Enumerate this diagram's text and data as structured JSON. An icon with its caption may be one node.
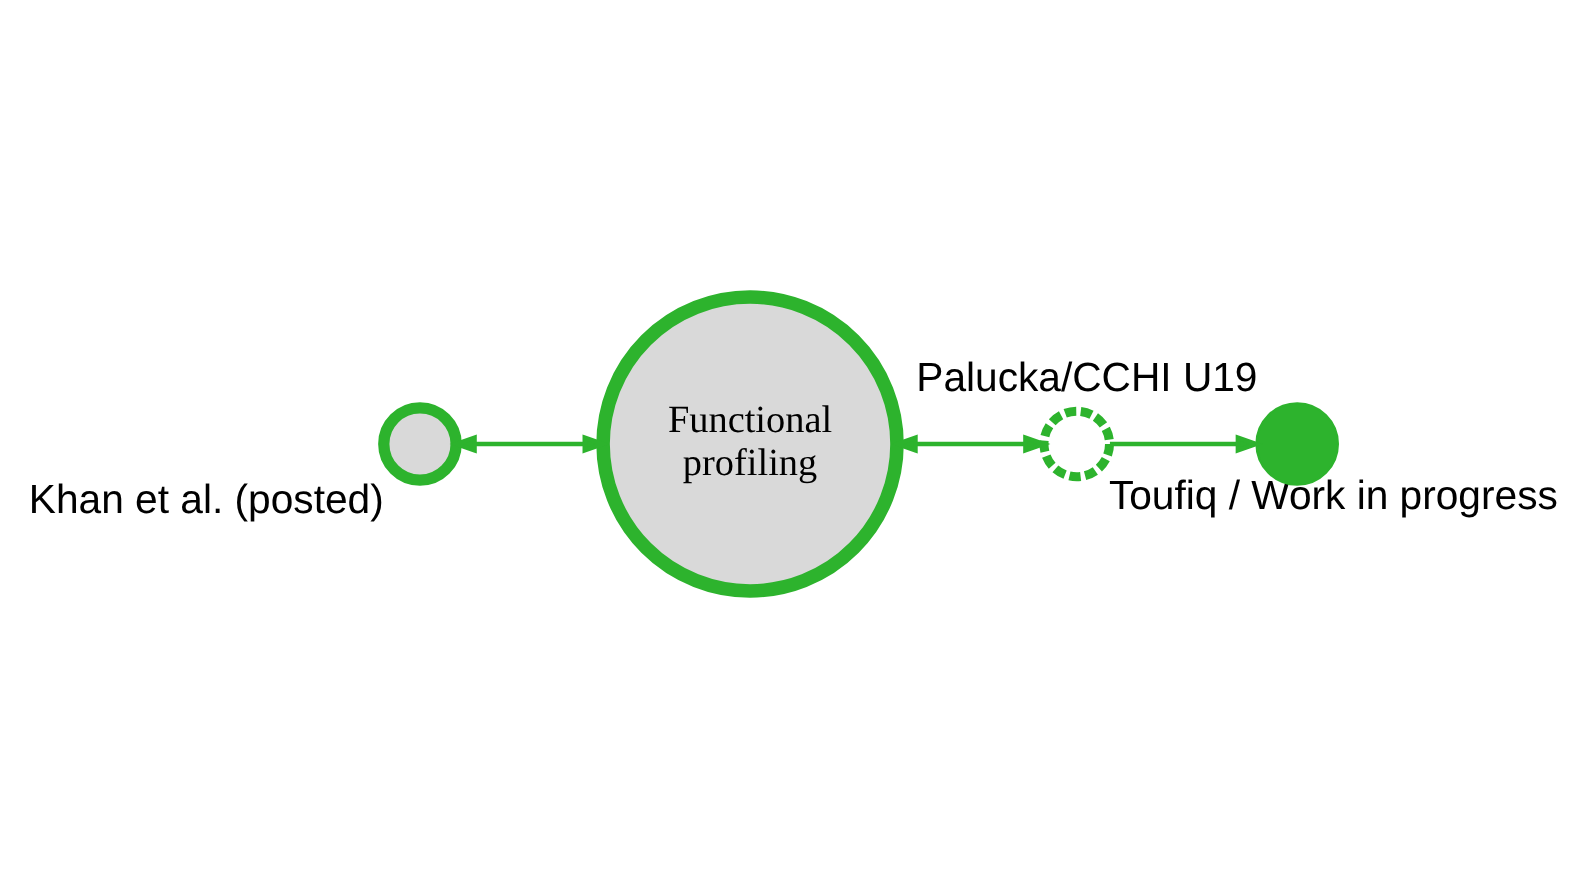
{
  "diagram": {
    "nodes": [
      {
        "text": [
          "Functional profiling"
        ]
      },
      {
        "text": [],
        "shape": "circle",
        "beside": [
          "Khan et al. (posted)"
        ]
      },
      {
        "text": [],
        "shape": "circle",
        "beside": [
          "Toufiq / Work in progress"
        ]
      },
      {
        "text": [],
        "shape": "circle",
        "beside": [
          "Palucka/CCHI U19"
        ]
      }
    ],
    "edges": [
      {
        "from": 1,
        "to": 0,
        "arrow": "both"
      },
      {
        "from": 0,
        "to": 2,
        "arrow": "both"
      },
      {
        "from": 2,
        "to": 3,
        "arrow": "to"
      }
    ]
  }
}
